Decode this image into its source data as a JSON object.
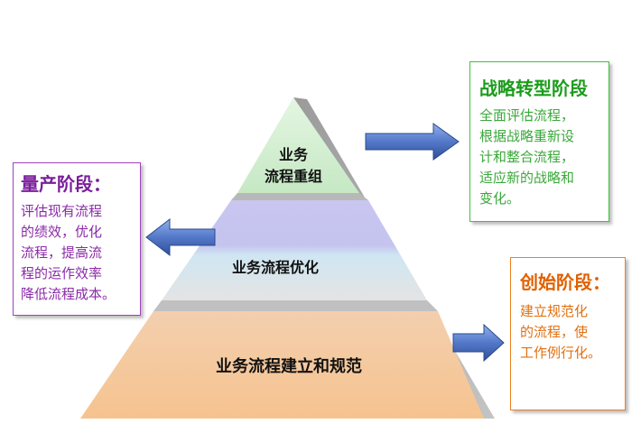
{
  "pyramid": {
    "top_label": "业务\n流程重组",
    "middle_label": "业务流程优化",
    "bottom_label": "业务流程建立和规范"
  },
  "strategy_box": {
    "title": "战略转型阶段",
    "body": "全面评估流程，\n根据战略重新设\n计和整合流程，\n适应新的战略和\n变化。"
  },
  "mass_production_box": {
    "title": "量产阶段：",
    "body": "评估现有流程\n的绩效，优化\n流程，提高流\n程的运作效率\n降低流程成本。"
  },
  "startup_box": {
    "title": "创始阶段：",
    "body": "建立规范化\n的流程，使\n工作例行化。"
  },
  "colors": {
    "top_layer": "#cfeccd",
    "middle_band_upper": "#c9c6ef",
    "middle_band_lower": "#c8e6ef",
    "bottom_layer": "#f5c9a0",
    "arrow": "#5a82d2",
    "strategy": "#1c9c1c",
    "mass": "#7a1f9a",
    "startup": "#e06000"
  }
}
